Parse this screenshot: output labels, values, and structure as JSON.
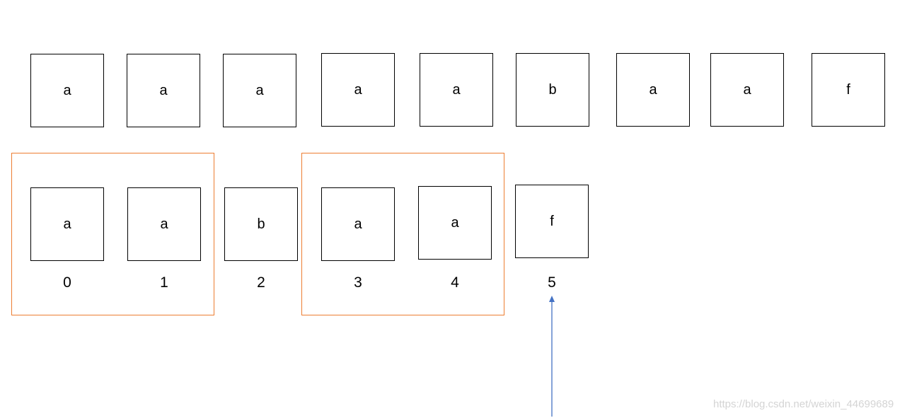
{
  "top_row": [
    "a",
    "a",
    "a",
    "a",
    "a",
    "b",
    "a",
    "a",
    "f"
  ],
  "bottom_row": [
    "a",
    "a",
    "b",
    "a",
    "a",
    "f"
  ],
  "indices": [
    "0",
    "1",
    "2",
    "3",
    "4",
    "5"
  ],
  "group_color": "#ED7D31",
  "arrow_color": "#4472C4",
  "watermark": "https://blog.csdn.net/weixin_44699689"
}
